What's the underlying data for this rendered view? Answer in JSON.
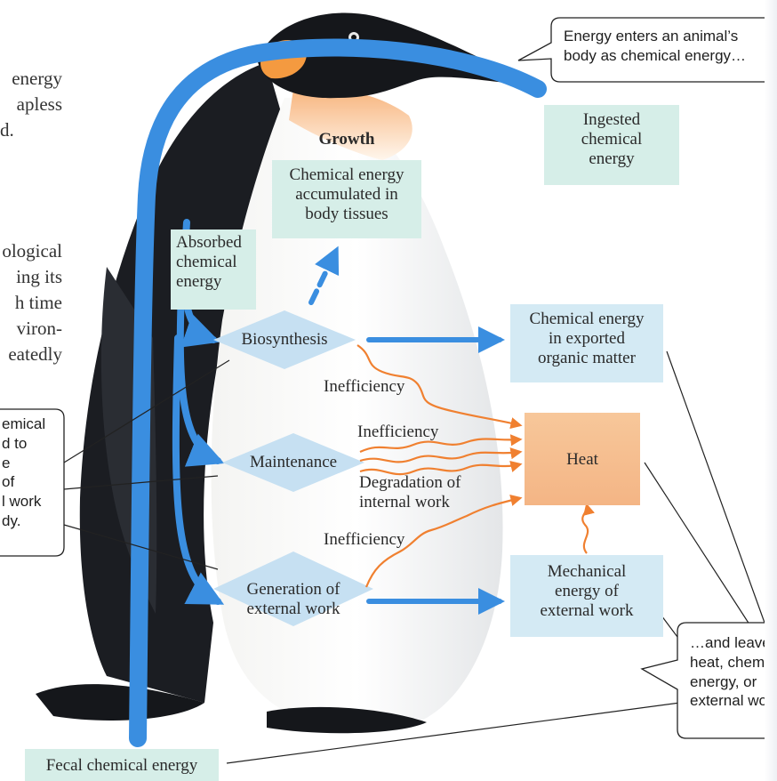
{
  "title": "Energy enters an animal's body as chemical energy...",
  "left_text": {
    "lines_top": [
      "energy",
      "apless",
      "d."
    ],
    "lines_mid": [
      "ological",
      "ing its",
      "h time",
      "viron-",
      "eatedly"
    ],
    "callout_lines": [
      "emical",
      "d to",
      "e",
      "of",
      "l work",
      "dy."
    ]
  },
  "callout_top": {
    "line1": "Energy enters an animal’s",
    "line2": "body as chemical energy…"
  },
  "callout_bottom": {
    "lines": [
      "…and leave",
      "heat, chemic",
      "energy, or",
      "external wo"
    ]
  },
  "nodes": {
    "ingested": {
      "lines": [
        "Ingested",
        "chemical",
        "energy"
      ]
    },
    "growth_heading": "Growth",
    "growth": {
      "lines": [
        "Chemical energy",
        "accumulated in",
        "body tissues"
      ]
    },
    "absorbed": {
      "lines": [
        "Absorbed",
        "chemical",
        "energy"
      ]
    },
    "biosynthesis": "Biosynthesis",
    "maintenance": "Maintenance",
    "external_work": {
      "lines": [
        "Generation of",
        "external work"
      ]
    },
    "exported": {
      "lines": [
        "Chemical energy",
        "in exported",
        "organic matter"
      ]
    },
    "heat": "Heat",
    "mechanical": {
      "lines": [
        "Mechanical",
        "energy of",
        "external work"
      ]
    },
    "fecal": "Fecal chemical energy"
  },
  "labels": {
    "inefficiency_1": "Inefficiency",
    "inefficiency_2": "Inefficiency",
    "degradation": {
      "lines": [
        "Degradation of",
        "internal work"
      ]
    },
    "inefficiency_3": "Inefficiency"
  },
  "colors": {
    "energy_arrow": "#3a8ee0",
    "heat_arrow": "#f08030",
    "teal_box": "#d6eee8",
    "blue_box": "#d4eaf4",
    "heat_box": "#f4b585",
    "diamond": "#c6e0f2"
  }
}
